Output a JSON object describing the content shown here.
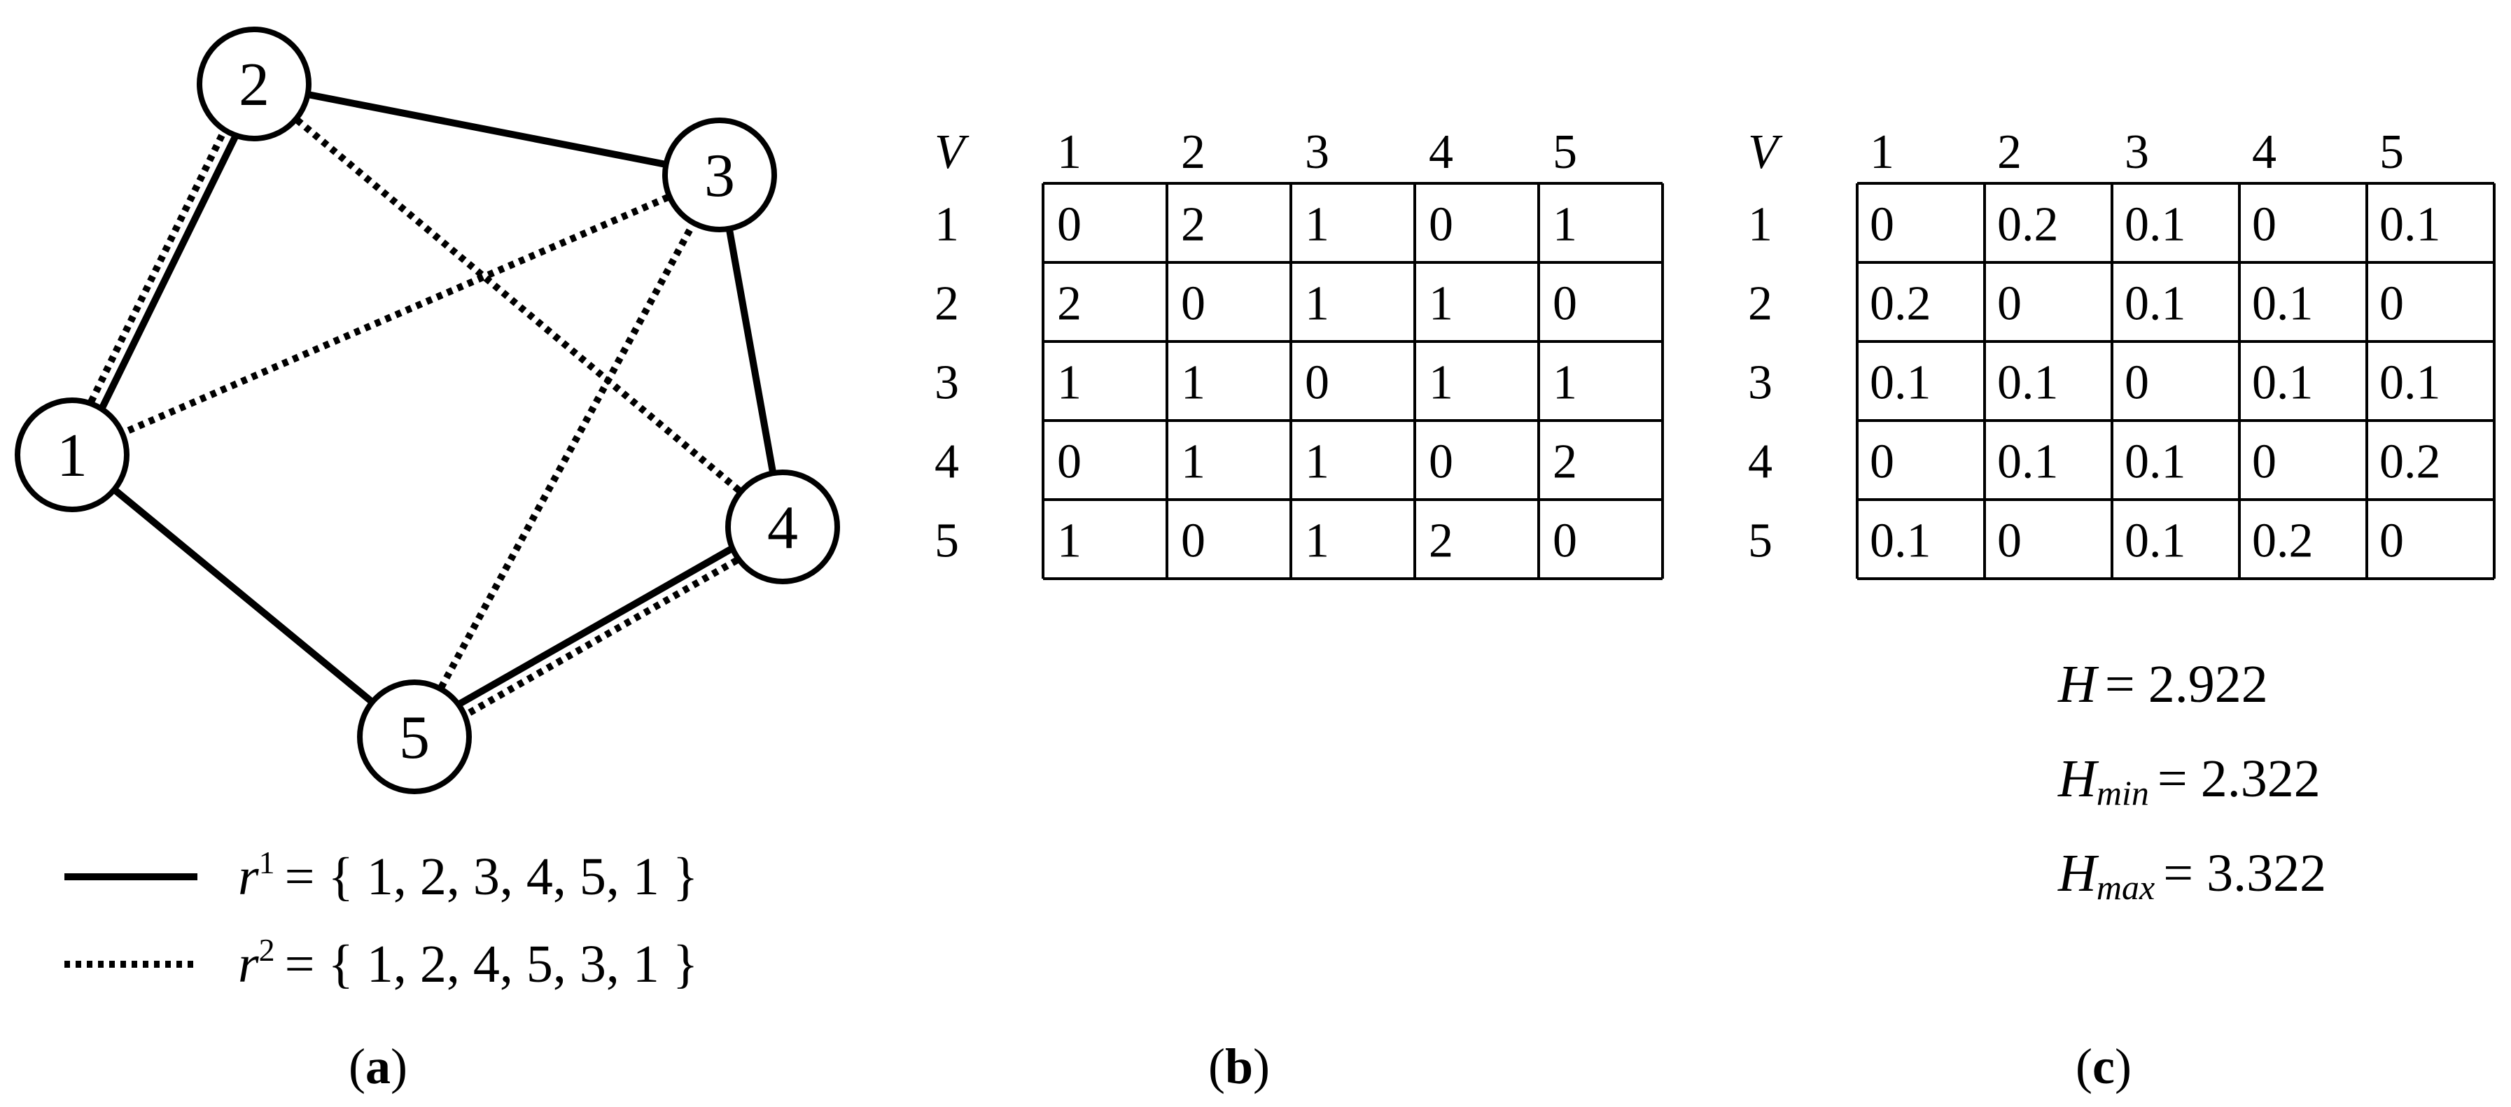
{
  "graph": {
    "nodes": [
      "1",
      "2",
      "3",
      "4",
      "5"
    ],
    "route1_edges": [
      [
        1,
        2
      ],
      [
        2,
        3
      ],
      [
        3,
        4
      ],
      [
        4,
        5
      ],
      [
        5,
        1
      ]
    ],
    "route2_edges": [
      [
        1,
        2
      ],
      [
        2,
        4
      ],
      [
        4,
        5
      ],
      [
        5,
        3
      ],
      [
        3,
        1
      ]
    ],
    "legend": [
      {
        "style": "solid",
        "symbol": "r",
        "sup": "1",
        "text": "= { 1, 2, 3, 4, 5, 1 }"
      },
      {
        "style": "dotted",
        "symbol": "r",
        "sup": "2",
        "text": "= { 1, 2, 4, 5, 3, 1 }"
      }
    ]
  },
  "matrix_b": {
    "corner": "V",
    "col_headers": [
      "1",
      "2",
      "3",
      "4",
      "5"
    ],
    "row_headers": [
      "1",
      "2",
      "3",
      "4",
      "5"
    ],
    "cells": [
      [
        "0",
        "2",
        "1",
        "0",
        "1"
      ],
      [
        "2",
        "0",
        "1",
        "1",
        "0"
      ],
      [
        "1",
        "1",
        "0",
        "1",
        "1"
      ],
      [
        "0",
        "1",
        "1",
        "0",
        "2"
      ],
      [
        "1",
        "0",
        "1",
        "2",
        "0"
      ]
    ]
  },
  "matrix_c": {
    "corner": "V",
    "col_headers": [
      "1",
      "2",
      "3",
      "4",
      "5"
    ],
    "row_headers": [
      "1",
      "2",
      "3",
      "4",
      "5"
    ],
    "cells": [
      [
        "0",
        "0.2",
        "0.1",
        "0",
        "0.1"
      ],
      [
        "0.2",
        "0",
        "0.1",
        "0.1",
        "0"
      ],
      [
        "0.1",
        "0.1",
        "0",
        "0.1",
        "0.1"
      ],
      [
        "0",
        "0.1",
        "0.1",
        "0",
        "0.2"
      ],
      [
        "0.1",
        "0",
        "0.1",
        "0.2",
        "0"
      ]
    ]
  },
  "entropy": [
    {
      "symbol": "H",
      "sub": "",
      "value": "= 2.922"
    },
    {
      "symbol": "H",
      "sub": "min",
      "value": "= 2.322"
    },
    {
      "symbol": "H",
      "sub": "max",
      "value": "= 3.322"
    }
  ],
  "panel_labels": [
    {
      "open": "(",
      "letter": "a",
      "close": ")"
    },
    {
      "open": "(",
      "letter": "b",
      "close": ")"
    },
    {
      "open": "(",
      "letter": "c",
      "close": ")"
    }
  ]
}
